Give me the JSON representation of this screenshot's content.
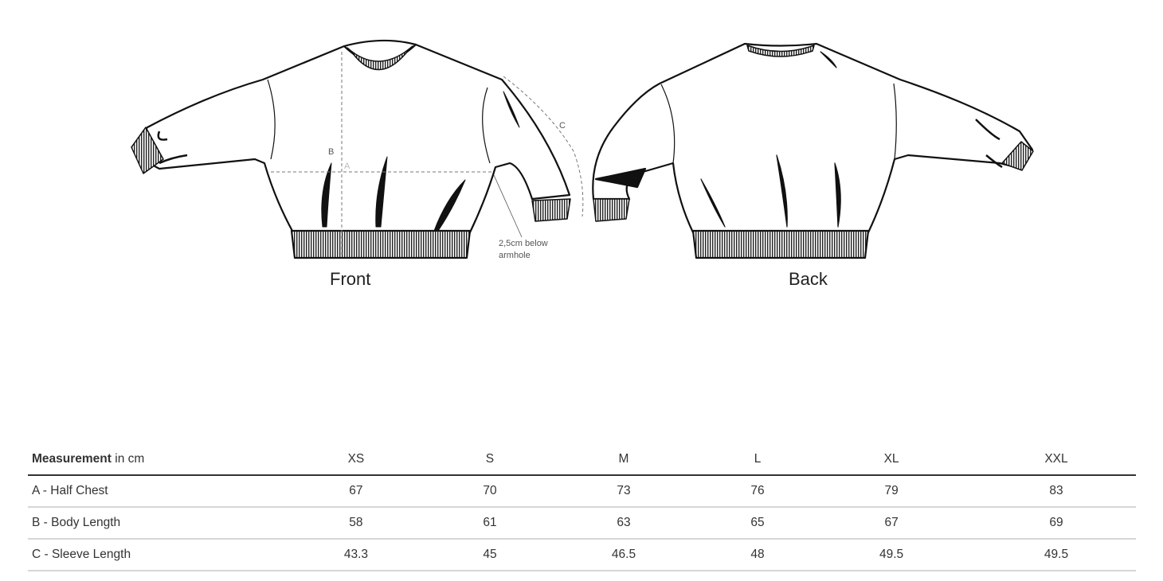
{
  "diagram": {
    "front_label": "Front",
    "back_label": "Back",
    "annotation_armhole": [
      "2,5cm below",
      "armhole"
    ],
    "marker_a": "A",
    "marker_b": "B",
    "marker_c": "C"
  },
  "table": {
    "header_bold": "Measurement",
    "header_unit": " in cm",
    "sizes": [
      "XS",
      "S",
      "M",
      "L",
      "XL",
      "XXL"
    ],
    "rows": [
      {
        "label": "A - Half Chest",
        "values": [
          "67",
          "70",
          "73",
          "76",
          "79",
          "83"
        ]
      },
      {
        "label": "B - Body Length",
        "values": [
          "58",
          "61",
          "63",
          "65",
          "67",
          "69"
        ]
      },
      {
        "label": "C - Sleeve Length",
        "values": [
          "43.3",
          "45",
          "46.5",
          "48",
          "49.5",
          "49.5"
        ]
      }
    ]
  }
}
